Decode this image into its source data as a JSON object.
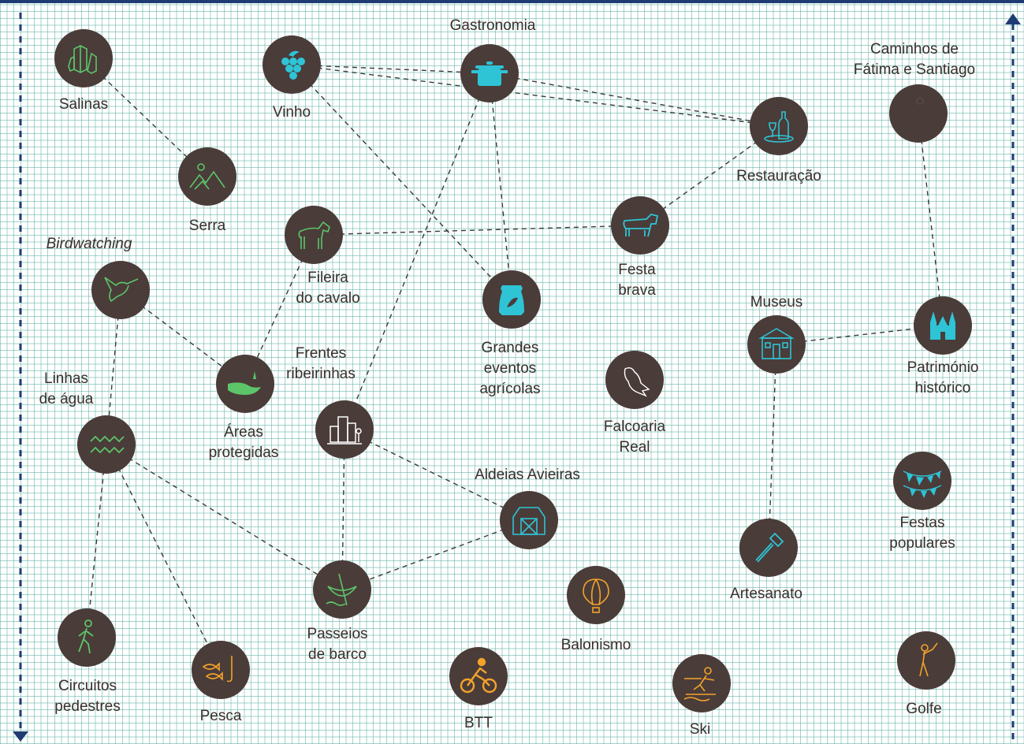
{
  "colors": {
    "node_fill": "#4a3c39",
    "green": "#5cc56a",
    "cyan": "#2ec4d6",
    "orange": "#f3a32a",
    "border_blue": "#1f3b73",
    "grid": "#5aafa0"
  },
  "nodes": {
    "salinas": {
      "label": [
        "Salinas"
      ],
      "icon": "crystals-icon"
    },
    "vinho": {
      "label": [
        "Vinho"
      ],
      "icon": "grapes-icon"
    },
    "gastronomia": {
      "label": [
        "Gastronomia"
      ],
      "icon": "cooking-pot-icon"
    },
    "caminhos": {
      "label": [
        "Caminhos de",
        "Fátima e Santiago"
      ],
      "icon": "pilgrim-hiker-icon"
    },
    "restauracao": {
      "label": [
        "Restauração"
      ],
      "icon": "wine-bottle-plate-icon"
    },
    "serra": {
      "label": [
        "Serra"
      ],
      "icon": "mountain-sun-icon"
    },
    "fileira": {
      "label": [
        "Fileira",
        "do cavalo"
      ],
      "icon": "horse-icon"
    },
    "festa": {
      "label": [
        "Festa",
        "brava"
      ],
      "icon": "bull-icon"
    },
    "birdwatching": {
      "label": [
        "Birdwatching"
      ],
      "icon": "hummingbird-icon"
    },
    "grandes": {
      "label": [
        "Grandes",
        "eventos",
        "agrícolas"
      ],
      "icon": "feed-sack-icon"
    },
    "museus": {
      "label": [
        "Museus"
      ],
      "icon": "museum-building-icon"
    },
    "patrimonio": {
      "label": [
        "Património",
        "histórico"
      ],
      "icon": "church-icon"
    },
    "linhas": {
      "label": [
        "Linhas",
        "de água"
      ],
      "icon": "water-waves-icon"
    },
    "areas": {
      "label": [
        "Áreas",
        "protegidas"
      ],
      "icon": "river-landscape-icon"
    },
    "frentes": {
      "label": [
        "Frentes",
        "ribeirinhas"
      ],
      "icon": "riverside-buildings-icon"
    },
    "falcoaria": {
      "label": [
        "Falcoaria",
        "Real"
      ],
      "icon": "falcon-icon"
    },
    "aldeias": {
      "label": [
        "Aldeias Avieiras"
      ],
      "icon": "barn-icon"
    },
    "festas": {
      "label": [
        "Festas",
        "populares"
      ],
      "icon": "bunting-flags-icon"
    },
    "artesanato": {
      "label": [
        "Artesanato"
      ],
      "icon": "craft-tool-icon"
    },
    "passeios": {
      "label": [
        "Passeios",
        "de barco"
      ],
      "icon": "canoe-icon"
    },
    "balonismo": {
      "label": [
        "Balonismo"
      ],
      "icon": "hot-air-balloon-icon"
    },
    "circuitos": {
      "label": [
        "Circuitos",
        "pedestres"
      ],
      "icon": "walking-person-icon"
    },
    "pesca": {
      "label": [
        "Pesca"
      ],
      "icon": "fish-hook-icon"
    },
    "btt": {
      "label": [
        "BTT"
      ],
      "icon": "cyclist-icon"
    },
    "ski": {
      "label": [
        "Ski"
      ],
      "icon": "water-ski-icon"
    },
    "golfe": {
      "label": [
        "Golfe"
      ],
      "icon": "golfer-icon"
    }
  },
  "edges": [
    [
      "salinas",
      "serra"
    ],
    [
      "vinho",
      "gastronomia"
    ],
    [
      "vinho",
      "restauracao"
    ],
    [
      "vinho",
      "grandes"
    ],
    [
      "gastronomia",
      "restauracao"
    ],
    [
      "gastronomia",
      "grandes"
    ],
    [
      "gastronomia",
      "frentes"
    ],
    [
      "restauracao",
      "festa"
    ],
    [
      "caminhos",
      "patrimonio"
    ],
    [
      "fileira",
      "festa"
    ],
    [
      "fileira",
      "areas"
    ],
    [
      "birdwatching",
      "areas"
    ],
    [
      "birdwatching",
      "linhas"
    ],
    [
      "museus",
      "patrimonio"
    ],
    [
      "museus",
      "artesanato"
    ],
    [
      "linhas",
      "circuitos"
    ],
    [
      "linhas",
      "pesca"
    ],
    [
      "linhas",
      "passeios"
    ],
    [
      "frentes",
      "aldeias"
    ],
    [
      "frentes",
      "passeios"
    ],
    [
      "aldeias",
      "passeios"
    ]
  ]
}
